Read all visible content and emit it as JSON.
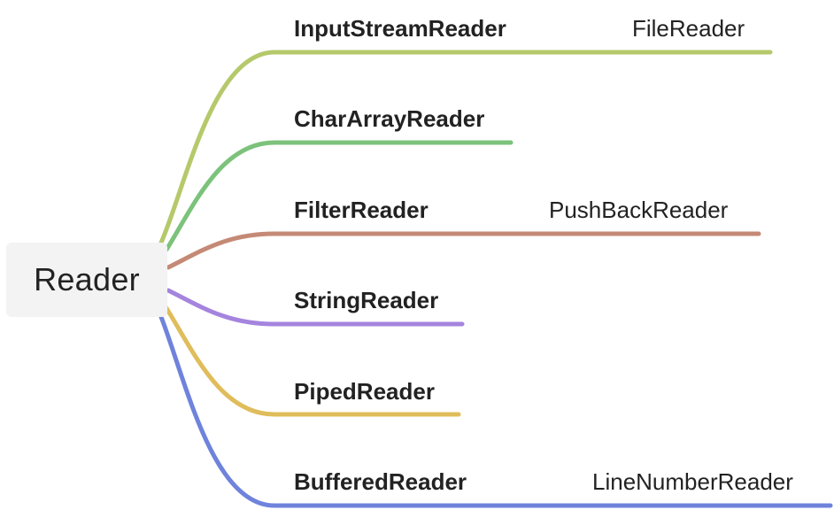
{
  "root": {
    "label": "Reader"
  },
  "branches": [
    {
      "label": "InputStreamReader",
      "color": "#b5c96b",
      "children": [
        "FileReader"
      ]
    },
    {
      "label": "CharArrayReader",
      "color": "#7cc27b",
      "children": []
    },
    {
      "label": "FilterReader",
      "color": "#c48a76",
      "children": [
        "PushBackReader"
      ]
    },
    {
      "label": "StringReader",
      "color": "#a584de",
      "children": []
    },
    {
      "label": "PipedReader",
      "color": "#e0bd5b",
      "children": []
    },
    {
      "label": "BufferedReader",
      "color": "#6f83dc",
      "children": [
        "LineNumberReader"
      ]
    }
  ]
}
